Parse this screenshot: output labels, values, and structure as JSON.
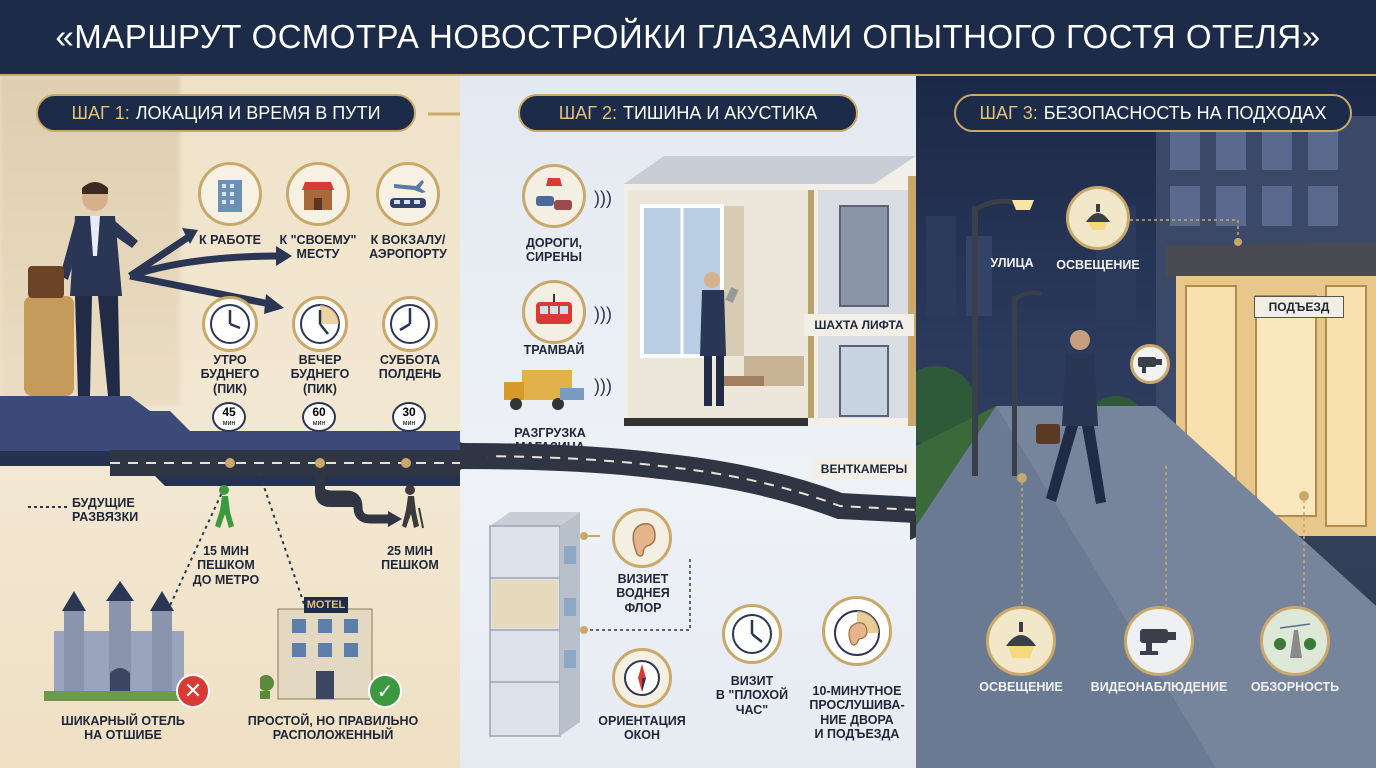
{
  "title": "«МАРШРУТ ОСМОТРА НОВОСТРОЙКИ ГЛАЗАМИ ОПЫТНОГО ГОСТЯ ОТЕЛЯ»",
  "colors": {
    "navy": "#1c2b47",
    "gold": "#c9a86a",
    "red": "#d83a34",
    "green": "#3b9a3f"
  },
  "step1": {
    "prefix": "ШАГ 1:",
    "label": "ЛОКАЦИЯ И ВРЕМЯ В ПУТИ",
    "destinations": [
      {
        "label": "К РАБОТЕ",
        "icon": "office-building-icon"
      },
      {
        "label": "К \"СВОЕМУ\"\nМЕСТУ",
        "icon": "shop-icon"
      },
      {
        "label": "К ВОКЗАЛУ/\nАЭРОПОРТУ",
        "icon": "train-plane-icon"
      }
    ],
    "times": [
      {
        "label": "УТРО\nБУДНЕГО\n(пик)",
        "minutes": "45"
      },
      {
        "label": "ВЕЧЕР\nБУДНЕГО\n(пик)",
        "minutes": "60"
      },
      {
        "label": "СУББОТА\nПОЛДЕНЬ",
        "minutes": "30"
      }
    ],
    "unit": "мин",
    "future_label": "БУДУЩИЕ\nРАЗВЯЗКИ",
    "walk_metro": "15 МИН\nПЕШКОМ\nДО МЕТРО",
    "walk_25": "25 МИН\nПЕШКОМ",
    "hotel_bad": "ШИКАРНЫЙ ОТЕЛЬ\nНА ОТШИБЕ",
    "hotel_good": "ПРОСТОЙ, НО ПРАВИЛЬНО\nРАСПОЛОЖЕННЫЙ",
    "motel_sign": "MOTEL"
  },
  "step2": {
    "prefix": "ШАГ 2:",
    "label": "ТИШИНА И АКУСТИКА",
    "noises": [
      {
        "label": "ДОРОГИ,\nСИРЕНЫ",
        "icon": "road-siren-icon"
      },
      {
        "label": "ТРАМВАЙ",
        "icon": "tram-icon"
      },
      {
        "label": "РАЗГРУЗКА\nМАГАЗИНА",
        "icon": "delivery-truck-icon"
      }
    ],
    "elevator_shaft": "ШАХТА ЛИФТА",
    "ventilation": "ВЕНТКАМЕРЫ",
    "visit_floor": "ВИЗИЕТ\nВОДНЕЯ\nФЛОР",
    "windows": "ОРИЕНТАЦИЯ\nОКОН",
    "bad_hour": "ВИЗИТ\nВ \"ПЛОХОЙ\nЧАС\"",
    "listen": "10-МИНУТНОЕ\nПРОСЛУШИВА-\nНИЕ ДВОРА\nИ ПОДЪЕЗДА"
  },
  "step3": {
    "prefix": "ШАГ 3:",
    "label": "БЕЗОПАСНОСТЬ НА ПОДХОДАХ",
    "street": "УЛИЦА",
    "lighting_top": "ОСВЕЩЕНИЕ",
    "entrance": "ПОДЪЕЗД",
    "bottom": [
      {
        "label": "ОСВЕЩЕНИЕ",
        "icon": "lamp-icon"
      },
      {
        "label": "ВИДЕОНАБЛЮДЕНИЕ",
        "icon": "cctv-camera-icon"
      },
      {
        "label": "ОБЗОРНОСТЬ",
        "icon": "visibility-path-icon"
      }
    ]
  }
}
